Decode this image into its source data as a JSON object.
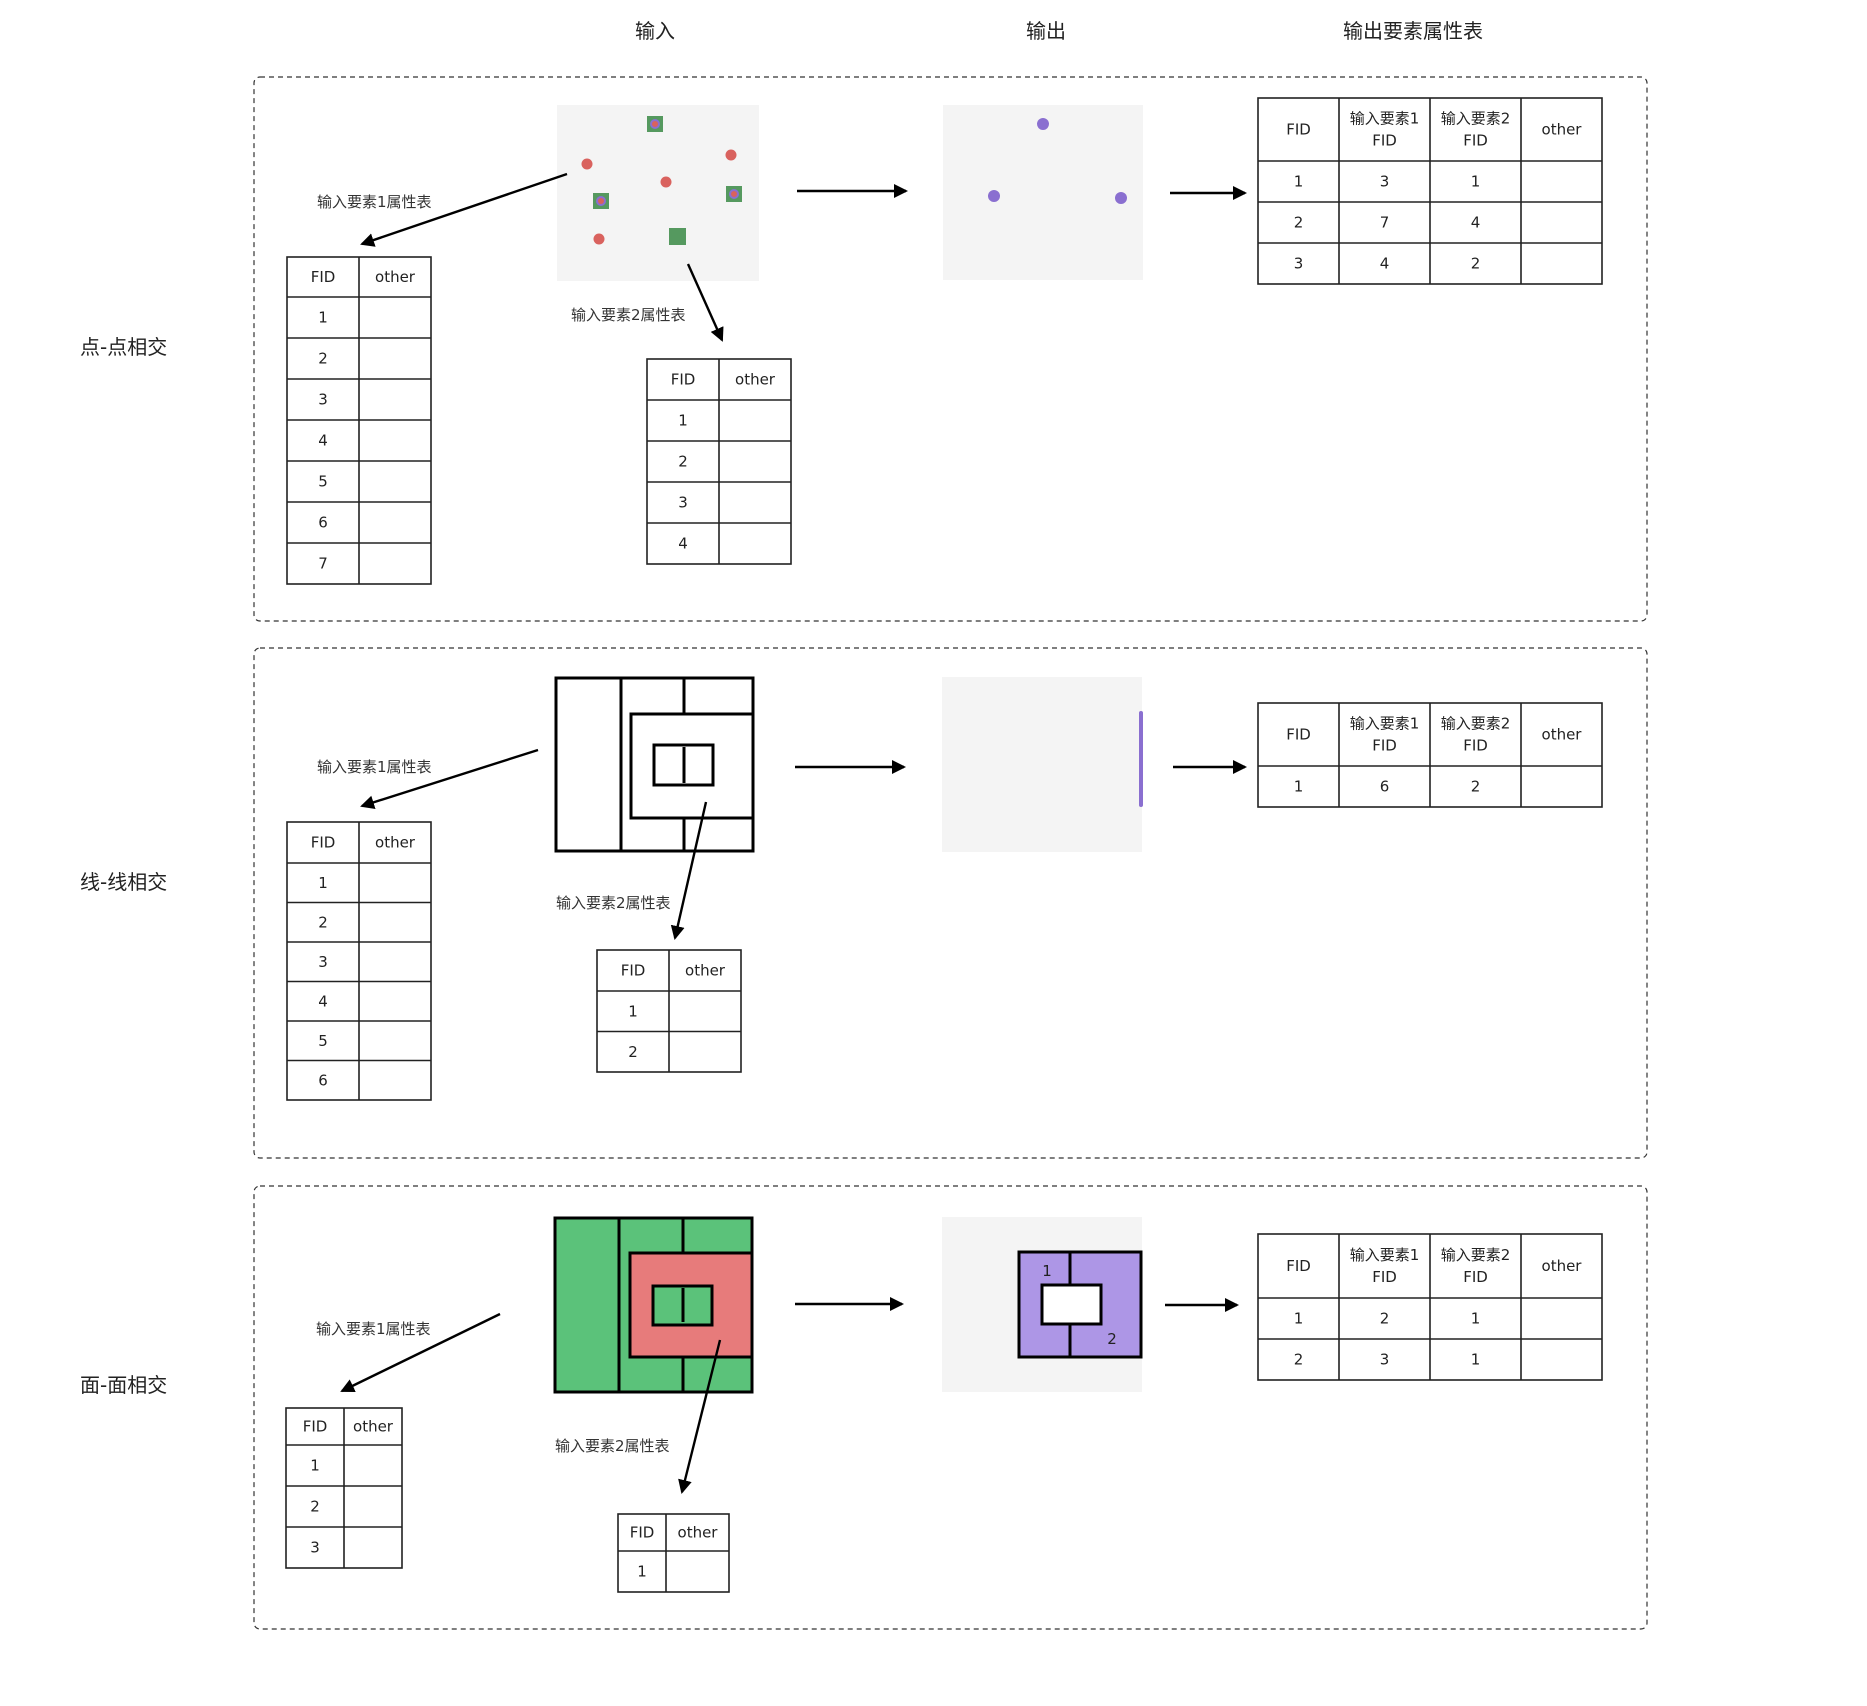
{
  "headers": {
    "input": "输入",
    "output": "输出",
    "output_table": "输出要素属性表"
  },
  "colors": {
    "panel_bg": "#f4f4f4",
    "point1": "#d9625e",
    "point2": "#55995f",
    "result": "#8a6fd0",
    "poly_green": "#5bc27a",
    "poly_red": "#e77b7b",
    "poly_result": "#ad96e6"
  },
  "rows": [
    {
      "label": "点-点相交",
      "input1_label": "输入要素1属性表",
      "input2_label": "输入要素2属性表",
      "input1_table": {
        "columns": [
          "FID",
          "other"
        ],
        "rows": [
          [
            "1",
            ""
          ],
          [
            "2",
            ""
          ],
          [
            "3",
            ""
          ],
          [
            "4",
            ""
          ],
          [
            "5",
            ""
          ],
          [
            "6",
            ""
          ],
          [
            "7",
            ""
          ]
        ]
      },
      "input2_table": {
        "columns": [
          "FID",
          "other"
        ],
        "rows": [
          [
            "1",
            ""
          ],
          [
            "2",
            ""
          ],
          [
            "3",
            ""
          ],
          [
            "4",
            ""
          ]
        ]
      },
      "output_table": {
        "columns": [
          "FID",
          "输入要素1\nFID",
          "输入要素2\nFID",
          "other"
        ],
        "rows": [
          [
            "1",
            "3",
            "1",
            ""
          ],
          [
            "2",
            "7",
            "4",
            ""
          ],
          [
            "3",
            "4",
            "2",
            ""
          ]
        ]
      }
    },
    {
      "label": "线-线相交",
      "input1_label": "输入要素1属性表",
      "input2_label": "输入要素2属性表",
      "input1_table": {
        "columns": [
          "FID",
          "other"
        ],
        "rows": [
          [
            "1",
            ""
          ],
          [
            "2",
            ""
          ],
          [
            "3",
            ""
          ],
          [
            "4",
            ""
          ],
          [
            "5",
            ""
          ],
          [
            "6",
            ""
          ]
        ]
      },
      "input2_table": {
        "columns": [
          "FID",
          "other"
        ],
        "rows": [
          [
            "1",
            ""
          ],
          [
            "2",
            ""
          ]
        ]
      },
      "output_table": {
        "columns": [
          "FID",
          "输入要素1\nFID",
          "输入要素2\nFID",
          "other"
        ],
        "rows": [
          [
            "1",
            "6",
            "2",
            ""
          ]
        ]
      }
    },
    {
      "label": "面-面相交",
      "input1_label": "输入要素1属性表",
      "input2_label": "输入要素2属性表",
      "input1_table": {
        "columns": [
          "FID",
          "other"
        ],
        "rows": [
          [
            "1",
            ""
          ],
          [
            "2",
            ""
          ],
          [
            "3",
            ""
          ]
        ]
      },
      "input2_table": {
        "columns": [
          "FID",
          "other"
        ],
        "rows": [
          [
            "1",
            ""
          ]
        ]
      },
      "output_table": {
        "columns": [
          "FID",
          "输入要素1\nFID",
          "输入要素2\nFID",
          "other"
        ],
        "rows": [
          [
            "1",
            "2",
            "1",
            ""
          ],
          [
            "2",
            "3",
            "1",
            ""
          ]
        ]
      },
      "output_polygon_labels": [
        "1",
        "2"
      ]
    }
  ]
}
